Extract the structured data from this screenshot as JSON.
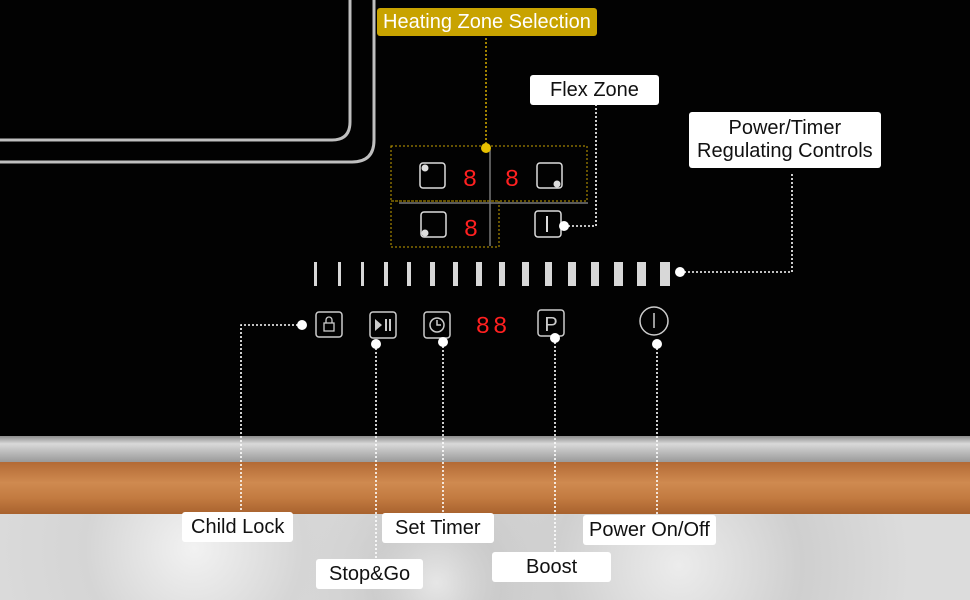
{
  "callouts": {
    "heating_zone": "Heating Zone Selection",
    "flex_zone": "Flex Zone",
    "power_timer_line1": "Power/Timer",
    "power_timer_line2": "Regulating Controls",
    "child_lock": "Child Lock",
    "stop_go": "Stop&Go",
    "set_timer": "Set Timer",
    "boost": "Boost",
    "power_onoff": "Power On/Off"
  },
  "zone_displays": [
    "8",
    "8",
    "8"
  ],
  "timer_display": "88",
  "boost_key": "P",
  "colors": {
    "accent_gold": "#c8a300",
    "led_red": "#ff2020",
    "glass": "#020202"
  }
}
